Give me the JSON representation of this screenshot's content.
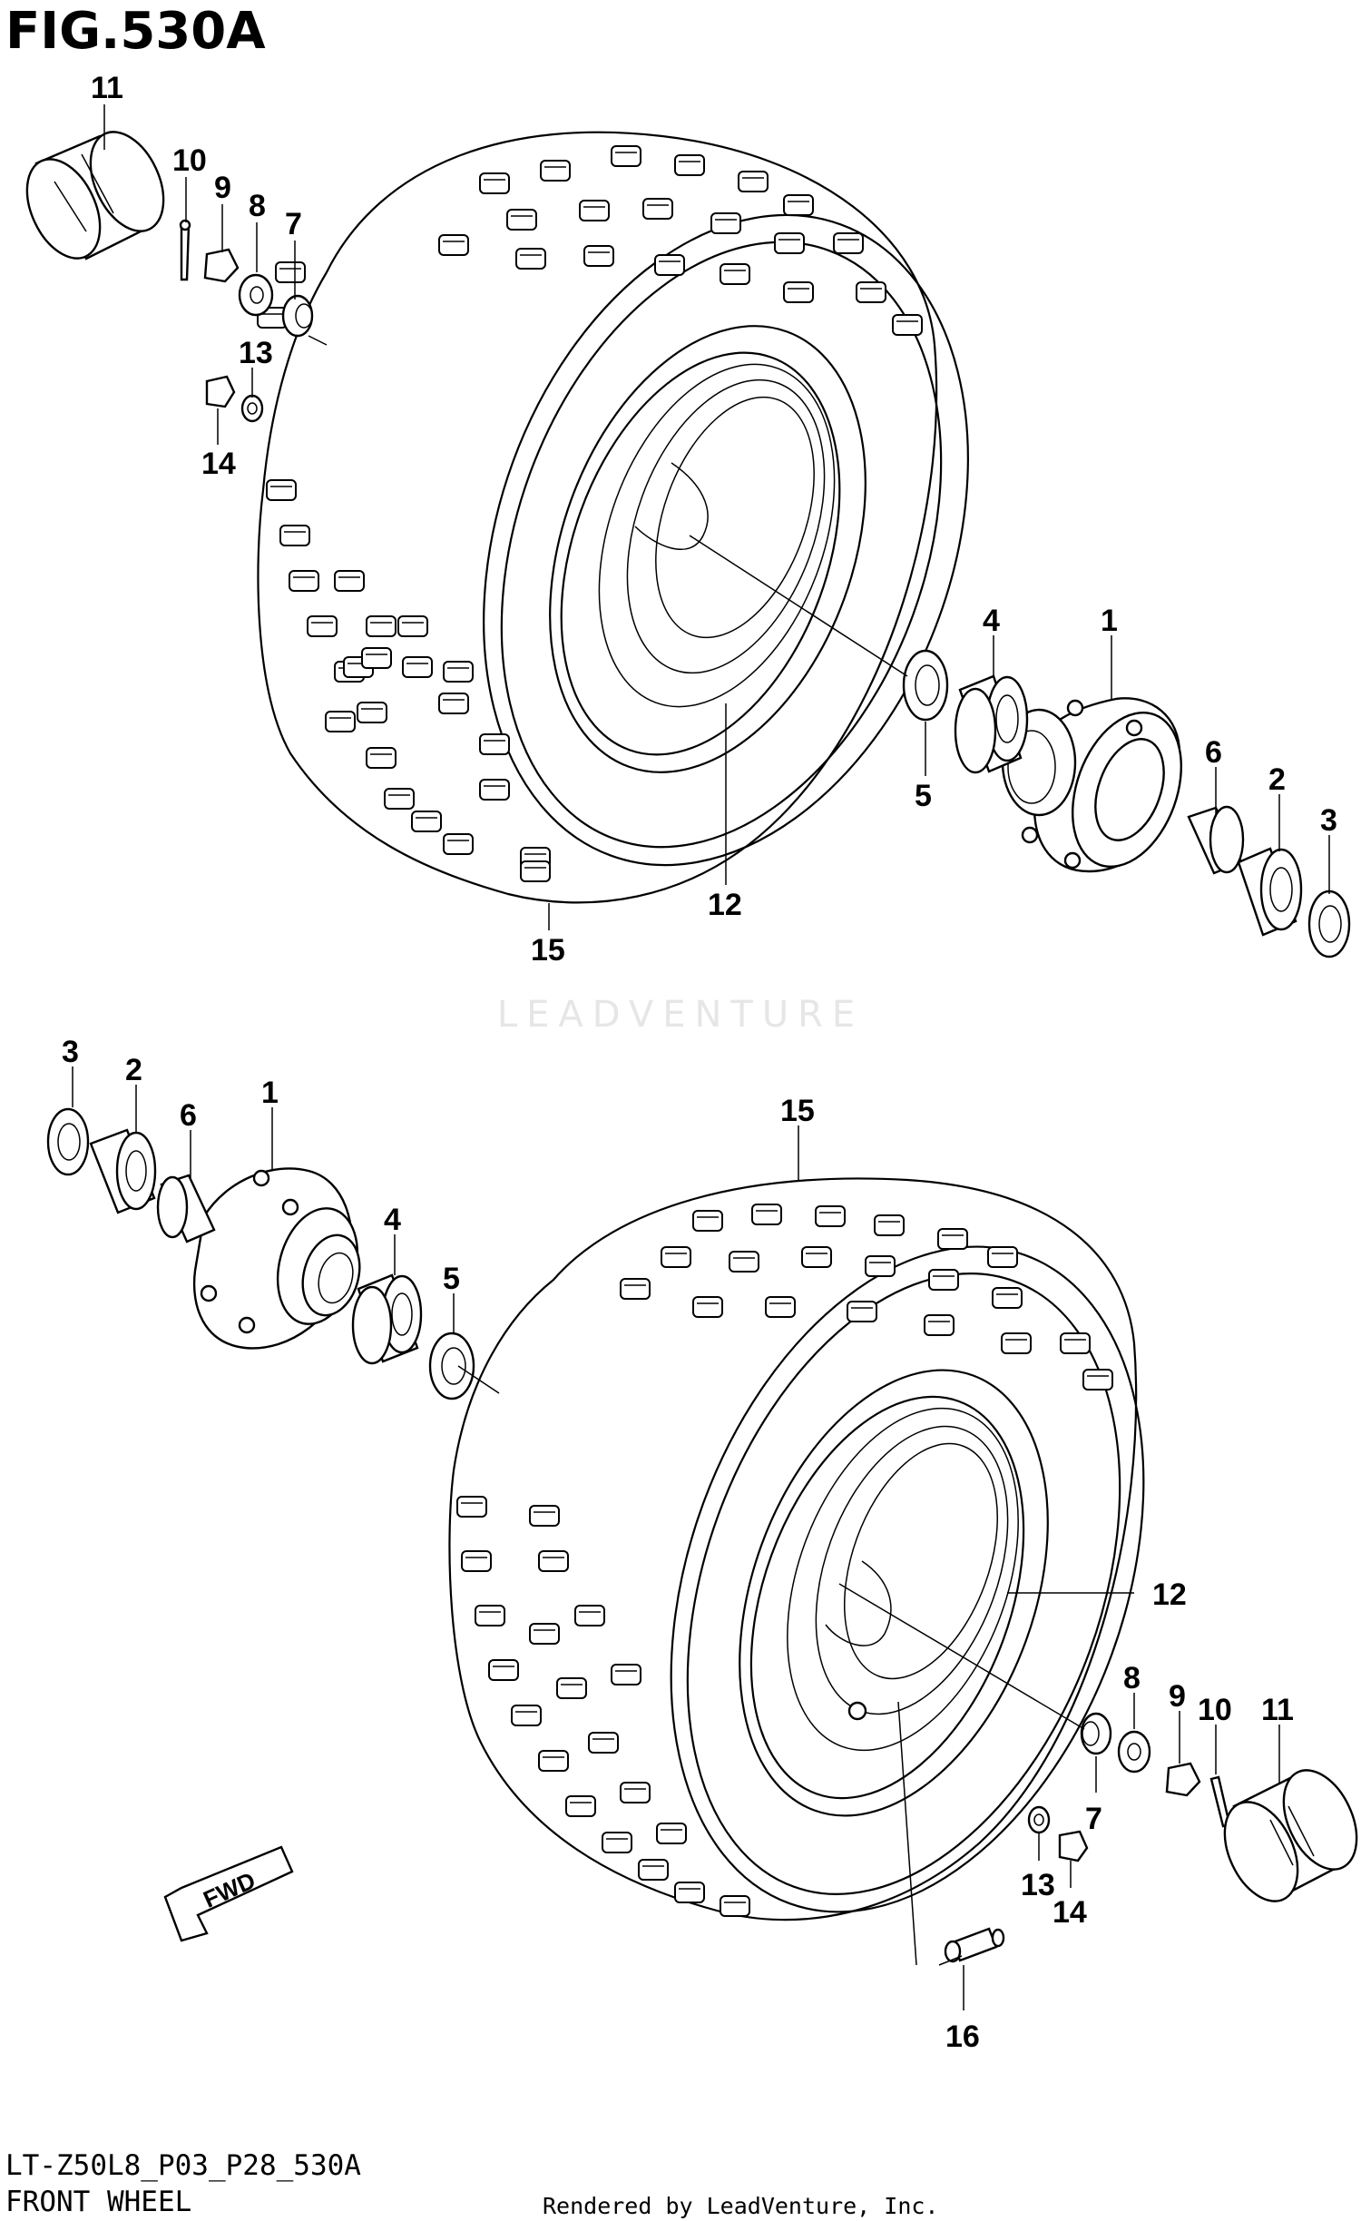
{
  "figure": {
    "title": "FIG.530A",
    "code": "LT-Z50L8_P03_P28_530A",
    "name": "FRONT WHEEL",
    "credit": "Rendered by LeadVenture, Inc.",
    "watermark": "LEADVENTURE"
  },
  "direction_arrow": {
    "label": "FWD"
  },
  "callouts_top": [
    "11",
    "10",
    "9",
    "8",
    "7",
    "13",
    "14",
    "4",
    "1",
    "5",
    "6",
    "2",
    "3",
    "12",
    "15"
  ],
  "callouts_bottom": [
    "3",
    "2",
    "6",
    "1",
    "4",
    "5",
    "15",
    "12",
    "8",
    "9",
    "10",
    "11",
    "7",
    "13",
    "14",
    "16"
  ],
  "colors": {
    "line": "#000000",
    "background": "#ffffff",
    "watermark": "#e6e6e6"
  }
}
